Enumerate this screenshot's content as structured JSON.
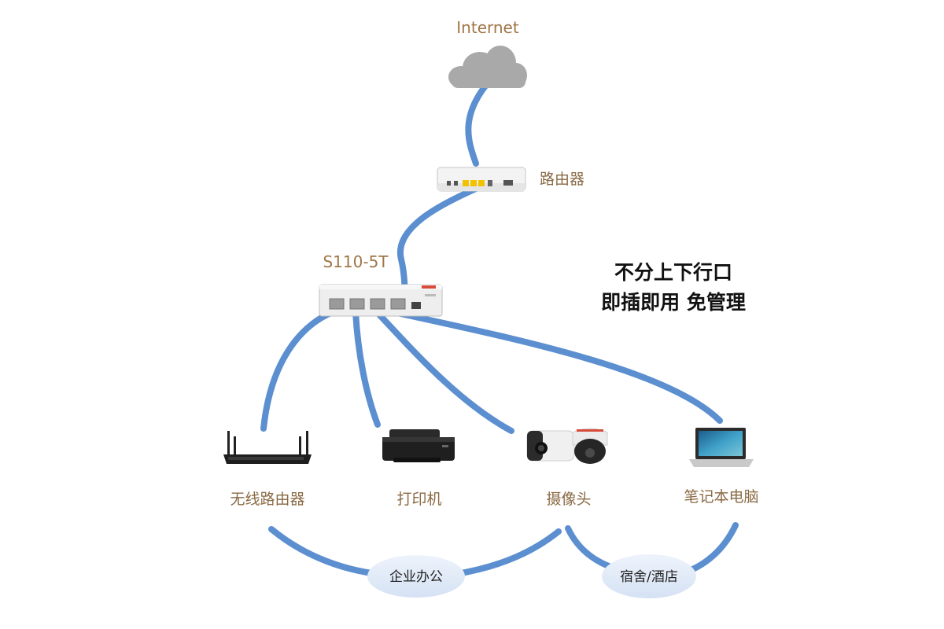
{
  "labels": {
    "internet": "Internet",
    "router": "路由器",
    "switch_model": "S110-5T",
    "wireless_router": "无线路由器",
    "printer": "打印机",
    "camera": "摄像头",
    "laptop": "笔记本电脑"
  },
  "feature_text": {
    "line1": "不分上下行口",
    "line2": "即插即用 免管理"
  },
  "scenarios": {
    "enterprise_office": "企业办公",
    "dorm_hotel": "宿舍/酒店"
  },
  "colors": {
    "cable": "#5c8fd0",
    "label_text": "#8a6a44",
    "cloud": "#a6a6a6",
    "bubble_fill": "#e4ecf8",
    "switch_accent": "#d84a3a"
  },
  "icons": [
    "cloud-icon",
    "router-icon",
    "switch-icon",
    "wireless-router-icon",
    "printer-icon",
    "camera-icon",
    "laptop-icon"
  ]
}
